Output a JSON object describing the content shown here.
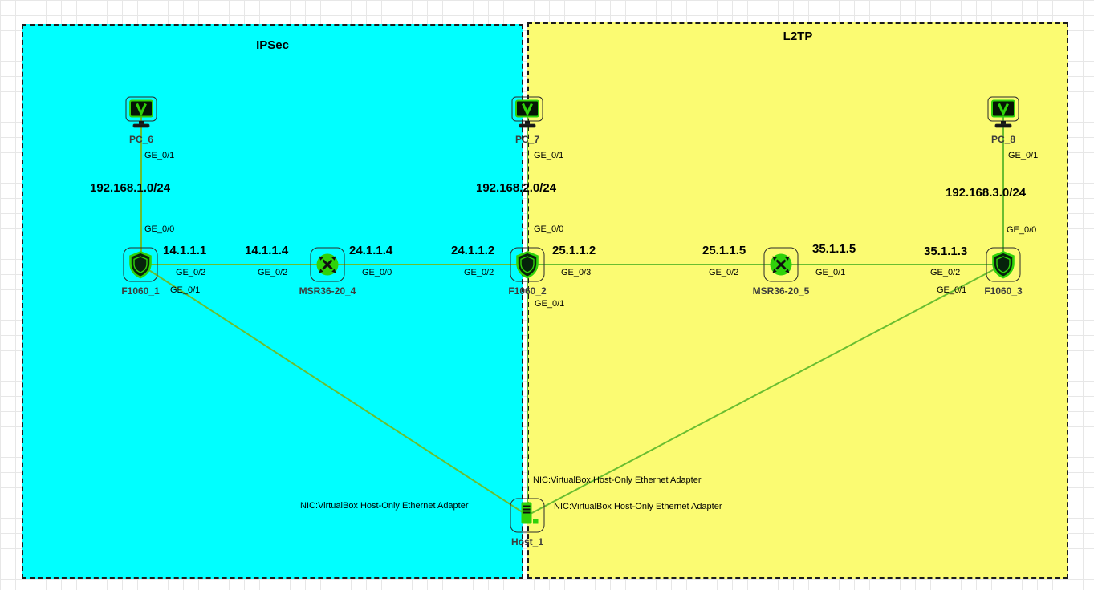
{
  "colors": {
    "zone-ipsec": "#00ffff",
    "zone-l2tp": "#fbfb72",
    "link": "#6abe30",
    "icon-green": "#2fd20a",
    "device-label": "#3c3c3c"
  },
  "zones": {
    "ipsec": {
      "title": "IPSec"
    },
    "l2tp": {
      "title": "L2TP"
    }
  },
  "devices": {
    "pc6": "PC_6",
    "pc7": "PC_7",
    "pc8": "PC_8",
    "fw1": "F1060_1",
    "fw2": "F1060_2",
    "fw3": "F1060_3",
    "rt4": "MSR36-20_4",
    "rt5": "MSR36-20_5",
    "host1": "Host_1"
  },
  "subnets": {
    "lan1": "192.168.1.0/24",
    "lan2": "192.168.2.0/24",
    "lan3": "192.168.3.0/24"
  },
  "ips": {
    "fw1_wan": "14.1.1.1",
    "rt4_left": "14.1.1.4",
    "rt4_right": "24.1.1.4",
    "fw2_left": "24.1.1.2",
    "fw2_right": "25.1.1.2",
    "rt5_left": "25.1.1.5",
    "rt5_right": "35.1.1.5",
    "fw3_wan": "35.1.1.3"
  },
  "ports": {
    "pc6_ge01": "GE_0/1",
    "fw1_ge00": "GE_0/0",
    "fw1_ge02": "GE_0/2",
    "fw1_ge01": "GE_0/1",
    "rt4_ge02": "GE_0/2",
    "rt4_ge00": "GE_0/0",
    "fw2_ge02": "GE_0/2",
    "pc7_ge01": "GE_0/1",
    "fw2_ge00": "GE_0/0",
    "fw2_ge03": "GE_0/3",
    "fw2_ge01": "GE_0/1",
    "rt5_ge02": "GE_0/2",
    "rt5_ge01": "GE_0/1",
    "fw3_ge02": "GE_0/2",
    "pc8_ge01": "GE_0/1",
    "fw3_ge00": "GE_0/0",
    "fw3_ge01": "GE_0/1"
  },
  "nic": "NIC:VirtualBox Host-Only Ethernet Adapter"
}
